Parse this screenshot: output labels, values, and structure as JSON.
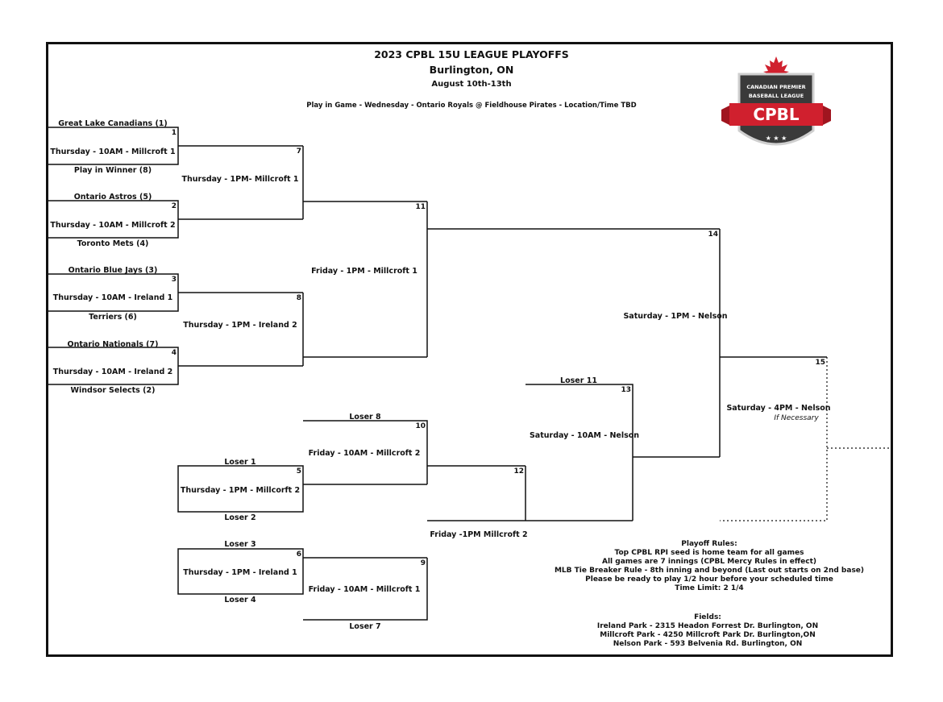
{
  "header": {
    "title": "2023 CPBL 15U LEAGUE PLAYOFFS",
    "location": "Burlington, ON",
    "dates": "August 10th-13th",
    "play_in_note": "Play in Game - Wednesday - Ontario Royals @ Fieldhouse Pirates - Location/Time TBD"
  },
  "logo": {
    "top_text": "CANADIAN PREMIER",
    "middle_text": "BASEBALL LEAGUE",
    "banner_text": "CPBL",
    "stars": "★ ★ ★",
    "colors": {
      "shield": "#3a3a3a",
      "banner": "#d0202e",
      "leaf": "#d0202e"
    }
  },
  "teams": {
    "t1": "Great Lake Canadians (1)",
    "t8": "Play in Winner (8)",
    "t5": "Ontario Astros (5)",
    "t4": "Toronto Mets (4)",
    "t3": "Ontario Blue Jays (3)",
    "t6": "Terriers (6)",
    "t7": "Ontario Nationals (7)",
    "t2": "Windsor Selects (2)"
  },
  "games": {
    "g1": {
      "num": "1",
      "info": "Thursday - 10AM - Millcroft 1"
    },
    "g2": {
      "num": "2",
      "info": "Thursday - 10AM - Millcroft 2"
    },
    "g3": {
      "num": "3",
      "info": "Thursday - 10AM - Ireland 1"
    },
    "g4": {
      "num": "4",
      "info": "Thursday - 10AM - Ireland 2"
    },
    "g5": {
      "num": "5",
      "info": "Thursday - 1PM - Millcorft 2"
    },
    "g6": {
      "num": "6",
      "info": "Thursday - 1PM - Ireland 1"
    },
    "g7": {
      "num": "7",
      "info": "Thursday - 1PM- Millcroft 1"
    },
    "g8": {
      "num": "8",
      "info": "Thursday - 1PM - Ireland 2"
    },
    "g9": {
      "num": "9",
      "info": "Friday - 10AM - Millcroft 1"
    },
    "g10": {
      "num": "10",
      "info": "Friday - 10AM - Millcroft 2"
    },
    "g11": {
      "num": "11",
      "info": "Friday - 1PM - Millcroft 1"
    },
    "g12": {
      "num": "12",
      "info": "Friday -1PM Millcroft 2"
    },
    "g13": {
      "num": "13",
      "info": "Saturday - 10AM - Nelson"
    },
    "g14": {
      "num": "14",
      "info": "Saturday - 1PM - Nelson"
    },
    "g15": {
      "num": "15",
      "info": "Saturday - 4PM - Nelson",
      "note": "If Necessary"
    }
  },
  "losers": {
    "l1": "Loser 1",
    "l2": "Loser 2",
    "l3": "Loser 3",
    "l4": "Loser 4",
    "l7": "Loser 7",
    "l8": "Loser 8",
    "l11": "Loser 11"
  },
  "rules": {
    "heading": "Playoff Rules:",
    "lines": [
      "Top CPBL RPI seed is home team for all games",
      "All games are 7 innings (CPBL Mercy Rules in effect)",
      "MLB Tie Breaker Rule - 8th inning and beyond (Last out starts on 2nd base)",
      "Please be ready to play 1/2 hour before your scheduled time",
      "Time Limit: 2 1/4"
    ]
  },
  "fields": {
    "heading": "Fields:",
    "lines": [
      "Ireland Park - 2315 Headon Forrest Dr. Burlington, ON",
      "Millcroft Park - 4250 Millcroft Park Dr. Burlington,ON",
      "Nelson Park - 593 Belvenia Rd.  Burlington, ON"
    ]
  }
}
